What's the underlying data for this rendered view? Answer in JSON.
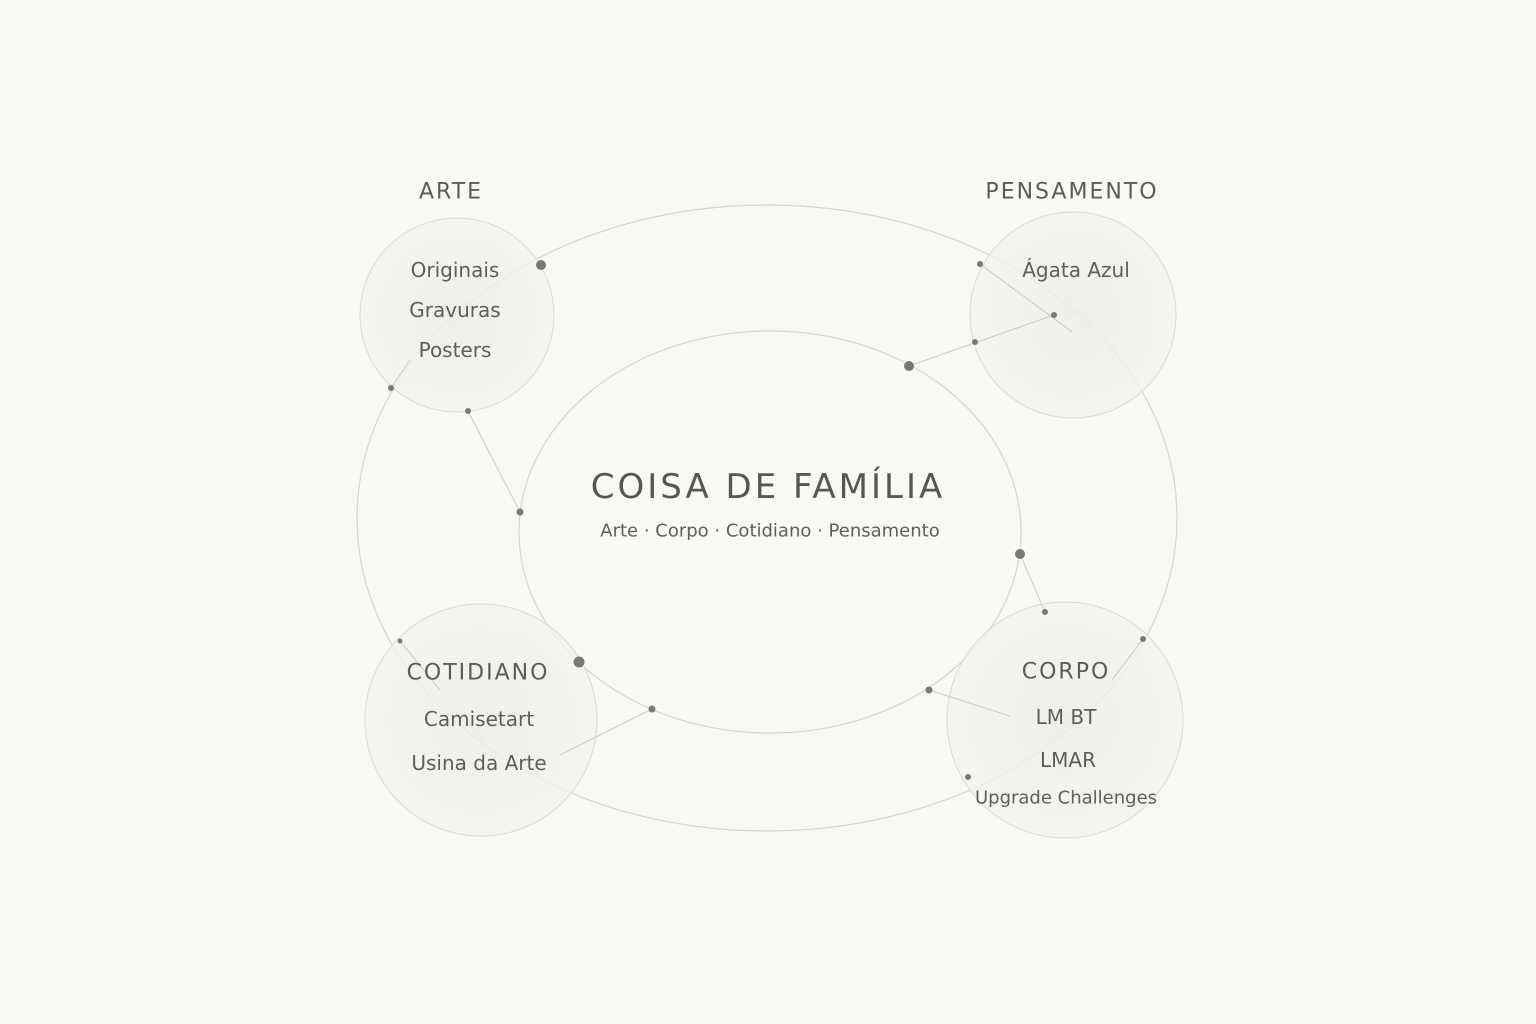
{
  "center": {
    "title": "COISA DE FAMÍLIA",
    "subtitle": "Arte · Corpo · Cotidiano · Pensamento"
  },
  "nodes": {
    "arte": {
      "label": "ARTE",
      "items": [
        "Originais",
        "Gravuras",
        "Posters"
      ]
    },
    "pensamento": {
      "label": "PENSAMENTO",
      "items": [
        "Ágata Azul"
      ]
    },
    "cotidiano": {
      "label": "COTIDIANO",
      "items": [
        "Camisetart",
        "Usina da Arte"
      ]
    },
    "corpo": {
      "label": "CORPO",
      "items": [
        "LM BT",
        "LMAR",
        "Upgrade Challenges"
      ]
    }
  },
  "colors": {
    "background": "#faf8f5",
    "line": "#d4d2cf",
    "dot": "#7a7878",
    "text": "#5a5a5a"
  }
}
